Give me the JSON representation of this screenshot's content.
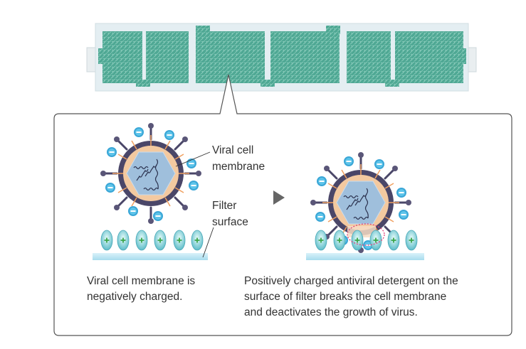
{
  "labels": {
    "viral_cell_membrane_1": "Viral cell",
    "viral_cell_membrane_2": "membrane",
    "filter_surface_1": "Filter",
    "filter_surface_2": "surface"
  },
  "captions": {
    "left_1": "Viral cell membrane is",
    "left_2": "negatively charged.",
    "right_1": "Positively charged antiviral detergent on the",
    "right_2": "surface of filter breaks the cell membrane",
    "right_3": "and deactivates the growth of virus."
  },
  "colors": {
    "filter_media": "#4fa894",
    "filter_frame": "#e4eef2",
    "virus_shell": "#4a4668",
    "virus_inner": "#f3c9a0",
    "virus_core": "#9fbfdc",
    "negative_charge": "#3aa6d6",
    "positive_charge": "#3aa54a",
    "damage_marker": "#e0407a"
  },
  "icons": {
    "negative": "minus-charge-icon",
    "positive": "plus-charge-icon",
    "arrow": "play-arrow-icon"
  }
}
